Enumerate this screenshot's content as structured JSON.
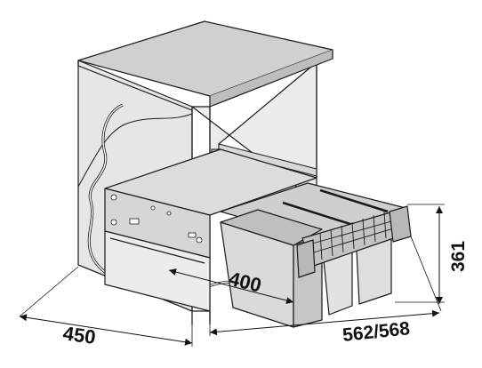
{
  "dimensions": {
    "depth_cabinet": "450",
    "inner_width": "400",
    "depth_range": "562/568",
    "height": "361"
  },
  "colors": {
    "line": "#1a1a1a",
    "cabinet_fill": "#e4e4e4",
    "cabinet_top": "#d2d2d2",
    "bin_fill": "#dedede",
    "bin_dark": "#c8c8c8",
    "frame_fill": "#d6d6d6"
  }
}
